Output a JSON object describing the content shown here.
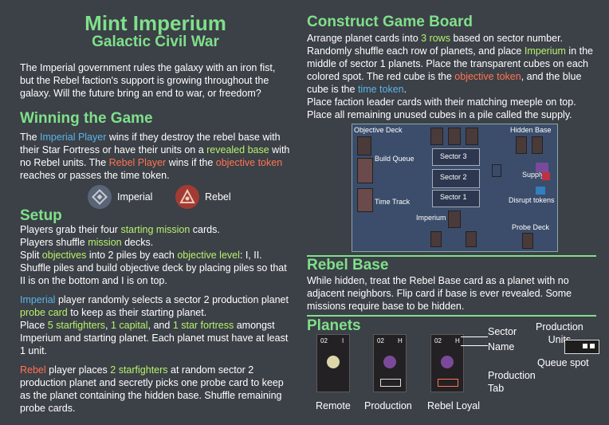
{
  "title": "Mint Imperium",
  "subtitle": "Galactic Civil War",
  "intro": "The Imperial government rules the galaxy with an iron fist, but the Rebel faction's support is growing throughout the galaxy. Will the future bring an end to war, or freedom?",
  "winning": {
    "heading": "Winning the Game",
    "p1": "The ",
    "imperial_player": "Imperial Player",
    "p2": " wins if they destroy the rebel base with their Star Fortress or have their units on a ",
    "revealed_base": "revealed base",
    "p3": " with no Rebel units. The ",
    "rebel_player": "Rebel Player",
    "p4": " wins if the ",
    "objective_token": "objective token",
    "p5": " reaches or passes the time token."
  },
  "factions": {
    "imperial": "Imperial",
    "rebel": "Rebel"
  },
  "setup": {
    "heading": "Setup",
    "l1a": "Players grab their four ",
    "starting_mission": "starting mission",
    "l1b": " cards.",
    "l2a": "Players shuffle ",
    "mission": "mission",
    "l2b": " decks.",
    "l3a": "Split ",
    "objectives": "objectives",
    "l3b": " into 2 piles by each ",
    "objective_level": "objective level",
    "l3c": ":  I, II. Shuffle piles and build objective deck by placing piles so that II is on the bottom and I is on top.",
    "imperial": "Imperial",
    "l4a": " player randomly selects a sector 2 production planet ",
    "probe_card": "probe card",
    "l4b": " to keep as their starting planet.",
    "l5a": "Place ",
    "five_starfighters": "5 starfighters",
    "l5b": ", ",
    "one_capital": "1 capital",
    "l5c": ", and ",
    "one_star_fortress": "1 star fortress",
    "l5d": " amongst Imperium and starting planet.  Each planet must have at least 1 unit.",
    "rebel": "Rebel",
    "l6a": " player places ",
    "two_starfighters": "2 starfighters",
    "l6b": " at random sector 2 production planet and secretly picks one probe card to keep as the planet containing the hidden base.  Shuffle remaining probe cards."
  },
  "construct": {
    "heading": "Construct Game Board",
    "a1": "Arrange planet cards into ",
    "three_rows": "3 rows",
    "a2": " based on sector number. Randomly shuffle each row of planets, and place ",
    "imperium": "Imperium",
    "a3": " in the middle of sector 1 planets.  Place the transparent cubes on each colored spot. The red cube is the ",
    "objective_token": "objective token",
    "a4": ", and the blue cube is the ",
    "time_token": "time token",
    "a5": ".",
    "p2": "Place faction leader cards with their matching meeple on top.",
    "p3": "Place all remaining unused cubes in a pile called the supply."
  },
  "board": {
    "objective_deck": "Objective Deck",
    "hidden_base": "Hidden Base",
    "build_queue": "Build Queue",
    "sector3": "Sector 3",
    "sector2": "Sector 2",
    "sector1": "Sector 1",
    "supply": "Supply",
    "time_track": "Time Track",
    "disrupt_tokens": "Disrupt tokens",
    "imperium": "Imperium",
    "probe_deck": "Probe Deck"
  },
  "rebel_base": {
    "heading": "Rebel Base",
    "text": "While hidden, treat the Rebel Base card as a planet with no adjacent neighbors.  Flip card if base is ever revealed.  Some missions require base to be hidden."
  },
  "planets": {
    "heading": "Planets",
    "sector": "Sector",
    "name": "Name",
    "production_units_1": "Production",
    "production_units_2": "Units",
    "queue_spot": "Queue spot",
    "production_tab_1": "Production",
    "production_tab_2": "Tab",
    "card_sector": "02",
    "card1_code": "I",
    "card2_code": "H",
    "card3_code": "H",
    "remote": "Remote",
    "production": "Production",
    "rebel_loyal": "Rebel Loyal"
  },
  "colors": {
    "heading": "#7fe08a",
    "green_term": "#b6f26b",
    "blue_term": "#58b6e8",
    "red_term": "#ff7452",
    "background": "#3c4047"
  }
}
